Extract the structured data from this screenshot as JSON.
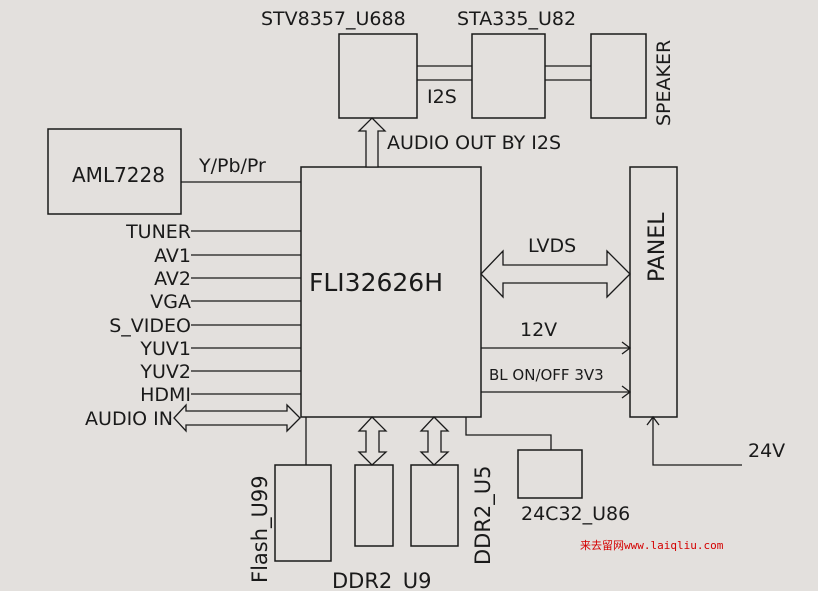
{
  "blocks": {
    "main_chip": "FLI32626H",
    "aml": "AML7228",
    "stv": "STV8357_U688",
    "sta": "STA335_U82",
    "speaker": "SPEAKER",
    "panel": "PANEL",
    "flash": "Flash_U99",
    "ddr2_u9": "DDR2_U9",
    "ddr2_u5": "DDR2_U5",
    "eeprom": "24C32_U86"
  },
  "signals": {
    "ypbpr": "Y/Pb/Pr",
    "i2s": "I2S",
    "audio_out": "AUDIO OUT BY I2S",
    "lvds": "LVDS",
    "v12": "12V",
    "bl": "BL ON/OFF 3V3",
    "v24": "24V"
  },
  "inputs": [
    "TUNER",
    "AV1",
    "AV2",
    "VGA",
    "S_VIDEO",
    "YUV1",
    "YUV2",
    "HDMI",
    "AUDIO IN"
  ],
  "watermark": "来去留网www.laiqliu.com",
  "colors": {
    "background": "#e3e0dd",
    "line": "#1a1a1a",
    "watermark": "#d40000"
  }
}
